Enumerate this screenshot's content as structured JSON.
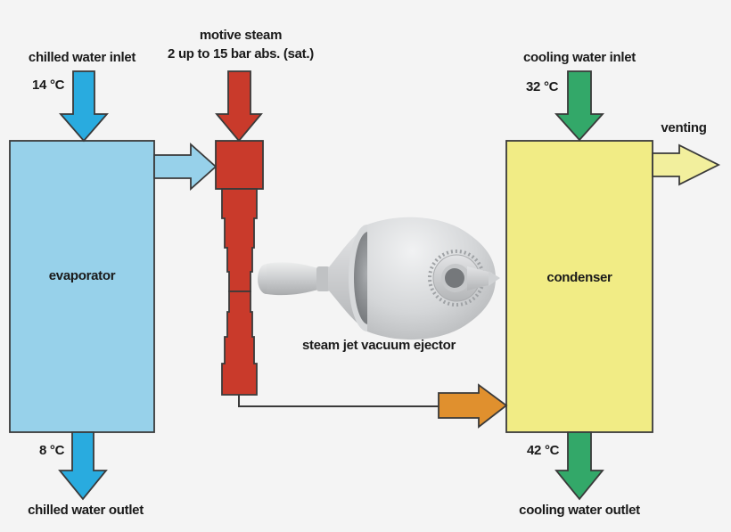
{
  "diagram": {
    "title_caption": "steam jet vacuum ejector",
    "labels": {
      "chilled_water_inlet": "chilled water inlet",
      "chilled_inlet_temp": "14 °C",
      "motive_steam_line1": "motive steam",
      "motive_steam_line2": "2 up to 15 bar abs. (sat.)",
      "cooling_water_inlet": "cooling water inlet",
      "cooling_inlet_temp": "32 °C",
      "venting": "venting",
      "evaporator": "evaporator",
      "condenser": "condenser",
      "ejector_caption": "steam jet vacuum ejector",
      "chilled_outlet_temp": "8 °C",
      "chilled_water_outlet": "chilled water outlet",
      "cooling_outlet_temp": "42 °C",
      "cooling_water_outlet": "cooling water outlet"
    },
    "colors": {
      "background": "#f4f4f4",
      "chilled_water_arrow": "#29abdf",
      "evaporator_fill": "#97d1ea",
      "suction_arrow": "#97d1ea",
      "steam_red": "#c93a2b",
      "condenser_fill": "#f1ec85",
      "venting_arrow": "#f2ef9d",
      "cooling_water_arrow": "#33a869",
      "mixed_flow_arrow": "#e0902e",
      "outline": "#3a3a3a",
      "text": "#1a1a1a"
    }
  }
}
